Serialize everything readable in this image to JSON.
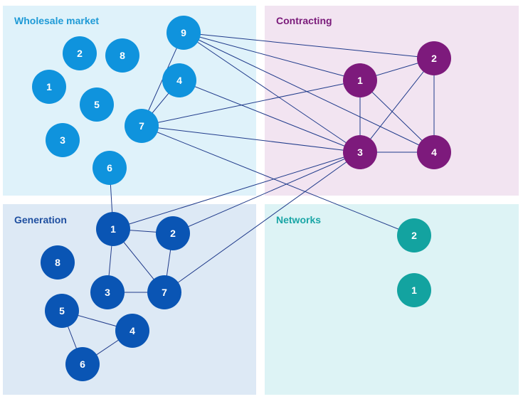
{
  "quadrants": {
    "wholesale": {
      "title": "Wholesale market",
      "bg": "#dff2fa",
      "color": "#1e9ad6"
    },
    "contracting": {
      "title": "Contracting",
      "bg": "#f2e4f1",
      "color": "#7a1a7a"
    },
    "generation": {
      "title": "Generation",
      "bg": "#dde9f5",
      "color": "#1f4fa0"
    },
    "networks": {
      "title": "Networks",
      "bg": "#ddf3f5",
      "color": "#1aa6a6"
    }
  },
  "node_colors": {
    "wholesale": "#0f93dd",
    "contracting": "#7d1a7c",
    "generation": "#0a55b4",
    "networks": "#13a3a0"
  },
  "edge_color": "#1f3a8a",
  "nodes": [
    {
      "id": "w9",
      "group": "wholesale",
      "label": "9"
    },
    {
      "id": "w2",
      "group": "wholesale",
      "label": "2"
    },
    {
      "id": "w8",
      "group": "wholesale",
      "label": "8"
    },
    {
      "id": "w4",
      "group": "wholesale",
      "label": "4"
    },
    {
      "id": "w1",
      "group": "wholesale",
      "label": "1"
    },
    {
      "id": "w5",
      "group": "wholesale",
      "label": "5"
    },
    {
      "id": "w7",
      "group": "wholesale",
      "label": "7"
    },
    {
      "id": "w3",
      "group": "wholesale",
      "label": "3"
    },
    {
      "id": "w6",
      "group": "wholesale",
      "label": "6"
    },
    {
      "id": "c1",
      "group": "contracting",
      "label": "1"
    },
    {
      "id": "c2",
      "group": "contracting",
      "label": "2"
    },
    {
      "id": "c3",
      "group": "contracting",
      "label": "3"
    },
    {
      "id": "c4",
      "group": "contracting",
      "label": "4"
    },
    {
      "id": "g1",
      "group": "generation",
      "label": "1"
    },
    {
      "id": "g2",
      "group": "generation",
      "label": "2"
    },
    {
      "id": "g8",
      "group": "generation",
      "label": "8"
    },
    {
      "id": "g3",
      "group": "generation",
      "label": "3"
    },
    {
      "id": "g7",
      "group": "generation",
      "label": "7"
    },
    {
      "id": "g5",
      "group": "generation",
      "label": "5"
    },
    {
      "id": "g4",
      "group": "generation",
      "label": "4"
    },
    {
      "id": "g6",
      "group": "generation",
      "label": "6"
    },
    {
      "id": "n2",
      "group": "networks",
      "label": "2"
    },
    {
      "id": "n1",
      "group": "networks",
      "label": "1"
    }
  ],
  "edges": [
    [
      "w9",
      "c2"
    ],
    [
      "w9",
      "c1"
    ],
    [
      "w9",
      "c3"
    ],
    [
      "w9",
      "c4"
    ],
    [
      "w9",
      "w7"
    ],
    [
      "w4",
      "w7"
    ],
    [
      "w4",
      "c3"
    ],
    [
      "w7",
      "c1"
    ],
    [
      "w7",
      "c3"
    ],
    [
      "w7",
      "n2"
    ],
    [
      "w6",
      "g1"
    ],
    [
      "c1",
      "c2"
    ],
    [
      "c1",
      "c3"
    ],
    [
      "c1",
      "c4"
    ],
    [
      "c2",
      "c3"
    ],
    [
      "c2",
      "c4"
    ],
    [
      "c3",
      "c4"
    ],
    [
      "c3",
      "g1"
    ],
    [
      "c3",
      "g2"
    ],
    [
      "c3",
      "g7"
    ],
    [
      "g1",
      "g2"
    ],
    [
      "g1",
      "g3"
    ],
    [
      "g1",
      "g7"
    ],
    [
      "g2",
      "g7"
    ],
    [
      "g3",
      "g7"
    ],
    [
      "g5",
      "g4"
    ],
    [
      "g5",
      "g6"
    ],
    [
      "g4",
      "g6"
    ]
  ]
}
